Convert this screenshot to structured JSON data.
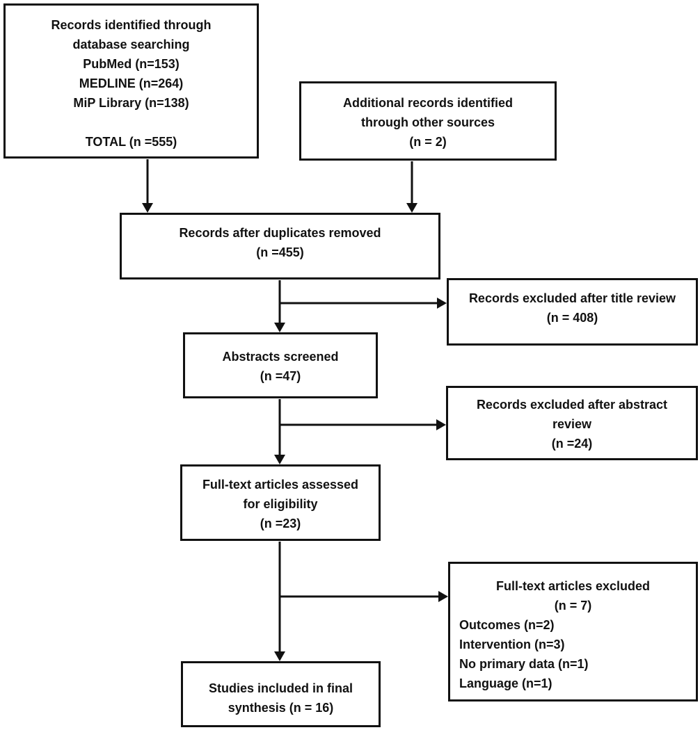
{
  "boxes": {
    "identified": {
      "lines": [
        "Records identified through",
        "database searching",
        "PubMed (n=153)",
        "MEDLINE (n=264)",
        "MiP Library (n=138)",
        "",
        "TOTAL (n =555)"
      ]
    },
    "additional": {
      "lines": [
        "Additional records identified",
        "through other sources",
        "(n = 2)"
      ]
    },
    "duplicates_removed": {
      "lines": [
        "Records after duplicates removed",
        "(n =455)"
      ]
    },
    "excluded_title_review": {
      "lines": [
        "Records excluded after title review",
        "(n = 408)"
      ]
    },
    "abstracts_screened": {
      "lines": [
        "Abstracts screened",
        "(n =47)"
      ]
    },
    "excluded_abstract_review": {
      "lines": [
        "Records excluded after abstract",
        "review",
        "(n =24)"
      ]
    },
    "fulltext_assessed": {
      "lines": [
        "Full-text articles assessed",
        "for eligibility",
        "(n =23)"
      ]
    },
    "fulltext_excluded": {
      "centered_lines": [
        "Full-text articles excluded",
        "(n = 7)"
      ],
      "reason_lines": [
        "Outcomes (n=2)",
        "Intervention (n=3)",
        "No primary data (n=1)",
        "Language (n=1)"
      ]
    },
    "included_final": {
      "lines": [
        "Studies included in final",
        "synthesis (n = 16)"
      ]
    }
  },
  "colors": {
    "line": "#111111",
    "text": "#111111",
    "background": "#ffffff"
  }
}
